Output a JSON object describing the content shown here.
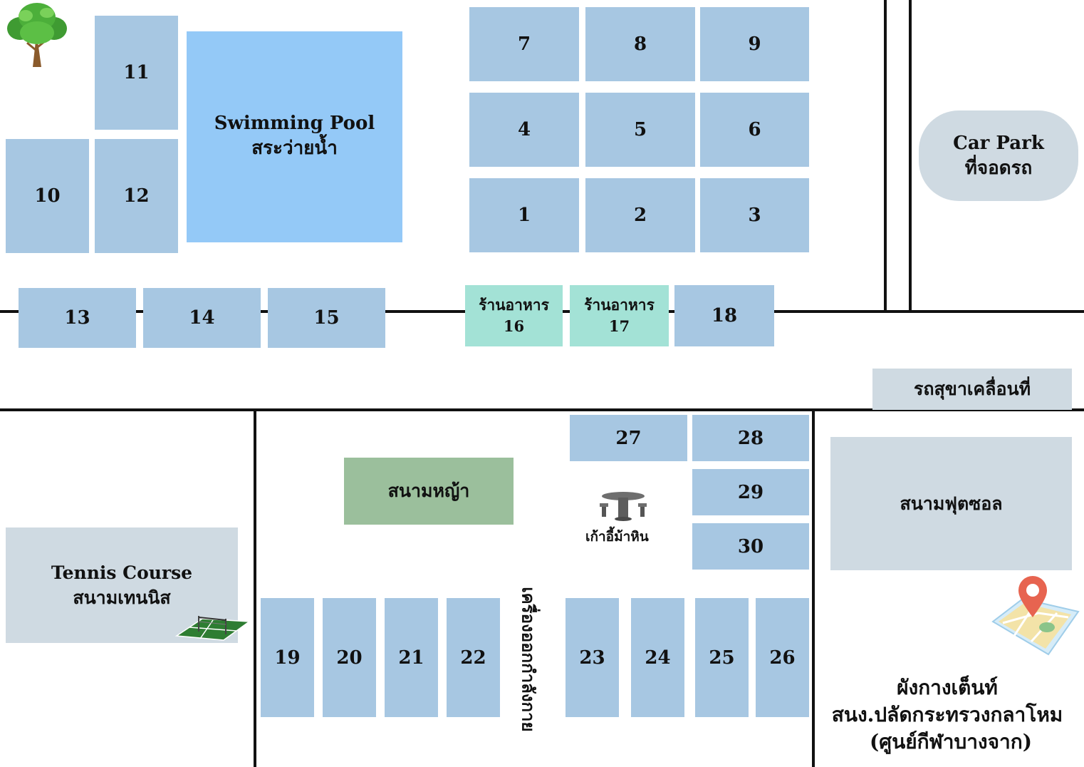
{
  "colors": {
    "plot": "#a7c7e2",
    "restaurant": "#a3e2d6",
    "pool": "#94c9f7",
    "grass": "#9bbf9c",
    "gray_area": "#cfdae2",
    "road_line": "#111111"
  },
  "plots": {
    "p1": "1",
    "p2": "2",
    "p3": "3",
    "p4": "4",
    "p5": "5",
    "p6": "6",
    "p7": "7",
    "p8": "8",
    "p9": "9",
    "p10": "10",
    "p11": "11",
    "p12": "12",
    "p13": "13",
    "p14": "14",
    "p15": "15",
    "p18": "18",
    "p19": "19",
    "p20": "20",
    "p21": "21",
    "p22": "22",
    "p23": "23",
    "p24": "24",
    "p25": "25",
    "p26": "26",
    "p27": "27",
    "p28": "28",
    "p29": "29",
    "p30": "30"
  },
  "restaurants": {
    "r16": {
      "name": "ร้านอาหาร",
      "number": "16"
    },
    "r17": {
      "name": "ร้านอาหาร",
      "number": "17"
    }
  },
  "areas": {
    "pool": {
      "en": "Swimming Pool",
      "th": "สระว่ายน้ำ"
    },
    "car_park": {
      "en": "Car Park",
      "th": "ที่จอดรถ"
    },
    "mobile_clinic": "รถสุขาเคลื่อนที่",
    "grass_field": "สนามหญ้า",
    "futsal": "สนามฟุตซอล",
    "tennis": {
      "en": "Tennis Course",
      "th": "สนามเทนนิส"
    },
    "stone_seat": "เก้าอี้ม้าหิน",
    "exercise": "เครื่องออกกำลังกาย"
  },
  "title": {
    "line1": "ผังกางเต็นท์",
    "line2": "สนง.ปลัดกระทรวงกลาโหม",
    "line3": "(ศูนย์กีฬาบางจาก)"
  },
  "icons": [
    "tree-icon",
    "tennis-court-icon",
    "stone-table-icon",
    "map-pin-icon"
  ]
}
